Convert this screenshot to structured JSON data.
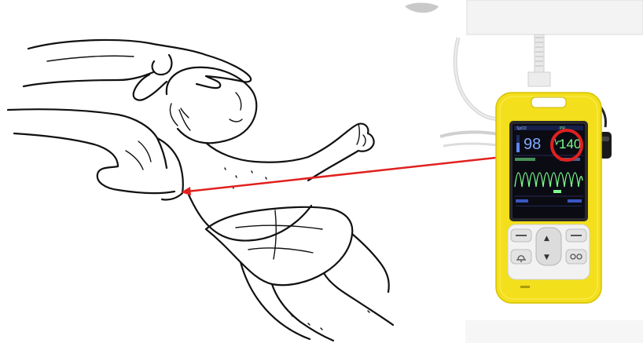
{
  "figure": {
    "description_elements": [
      "illustration-infant",
      "pulse-oximeter-device"
    ],
    "accent_colors": {
      "arrow_red": "#e0211f",
      "device_yellow": "#f3df1c",
      "screen_black": "#111111",
      "spo2_blue": "#7fa9ff",
      "pr_green": "#7bff8c"
    }
  },
  "device": {
    "screen": {
      "spo2_value": "98",
      "pulse_rate_value": "140"
    },
    "buttons": {
      "up_symbol": "▲",
      "down_symbol": "▼"
    },
    "icons": [
      "left-key-icon",
      "right-key-icon",
      "alarm-icon",
      "power-icon"
    ]
  }
}
